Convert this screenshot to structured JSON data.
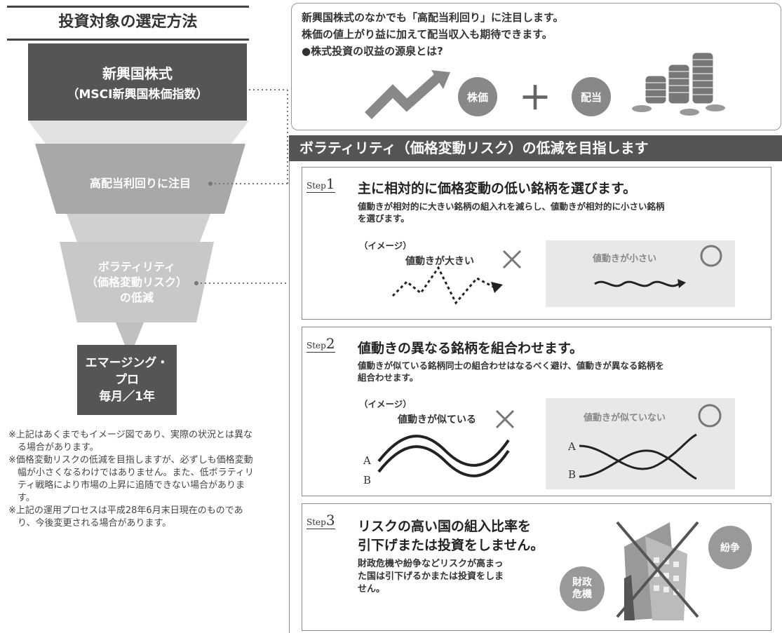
{
  "title": "投資対象の選定方法",
  "funnel": {
    "level1": {
      "line1": "新興国株式",
      "line2": "（MSCI新興国株価指数）"
    },
    "level2": "高配当利回りに注目",
    "level3": {
      "line1": "ボラティリティ",
      "line2": "（価格変動リスク）",
      "line3": "の低減"
    },
    "level4": {
      "line1": "エマージング・",
      "line2": "プロ",
      "line3": "毎月／1年"
    }
  },
  "notes": [
    "※上記はあくまでもイメージ図であり、実際の状況とは異なる場合があります。",
    "※価格変動リスクの低減を目指しますが、必ずしも価格変動幅が小さくなるわけではありません。また、低ボラティリティ戦略により市場の上昇に追随できない場合があります。",
    "※上記の運用プロセスは平成28年6月末日現在のものであり、今後変更される場合があります。"
  ],
  "top": {
    "line1": "新興国株式のなかでも「高配当利回り」に注目します。",
    "line2": "株価の値上がり益に加えて配当収入も期待できます。",
    "line3": "●株式投資の収益の源泉とは?",
    "stock": "株価",
    "plus": "＋",
    "dividend": "配当"
  },
  "volatility_title": "ボラティリティ（価格変動リスク）の低減を目指します",
  "steps": [
    {
      "label": "Step",
      "num": "1",
      "title": "主に相対的に価格変動の低い銘柄を選びます。",
      "desc1": "値動きが相対的に大きい銘柄の組入れを減らし、値動きが相対的に小さい銘柄",
      "desc2": "を選びます。",
      "image": "（イメージ）",
      "bad": "値動きが大きい",
      "good": "値動きが小さい"
    },
    {
      "label": "Step",
      "num": "2",
      "title": "値動きの異なる銘柄を組合わせます。",
      "desc1": "値動きが似ている銘柄同士の組合わせはなるべく避け、値動きが異なる銘柄を",
      "desc2": "組合わせます。",
      "image": "（イメージ）",
      "bad": "値動きが似ている",
      "good": "値動きが似ていない",
      "lineA": "A",
      "lineB": "B"
    },
    {
      "label": "Step",
      "num": "3",
      "title1": "リスクの高い国の組入比率を",
      "title2": "引下げまたは投資をしません。",
      "desc1": "財政危機や紛争などリスクが高まっ",
      "desc2": "た国は引下げるかまたは投資をしま",
      "desc3": "せん。",
      "crisis1": "財政",
      "crisis2": "危機",
      "conflict": "紛争"
    }
  ],
  "colors": {
    "dark": "#555555",
    "mid": "#888888",
    "light": "#aaaaaa",
    "lighter": "#c8c8c8",
    "panel": "#e8e8e8"
  }
}
